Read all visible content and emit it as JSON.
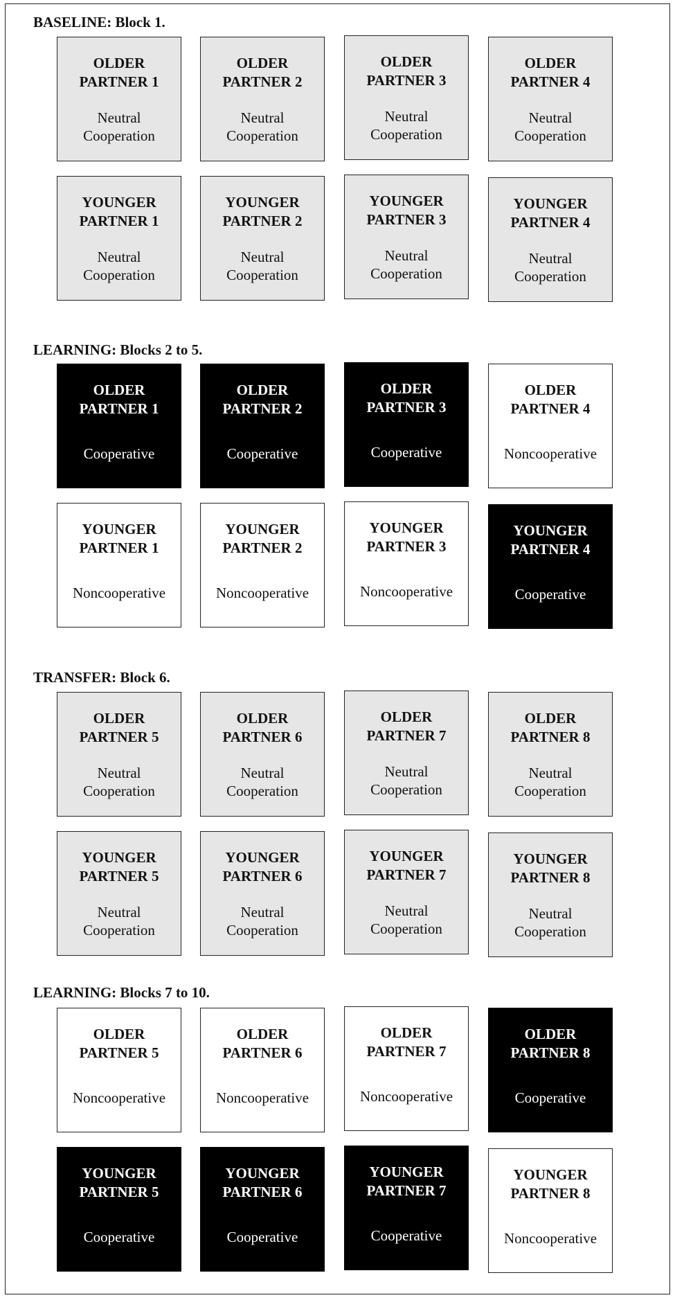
{
  "sections": [
    {
      "title": "BASELINE: Block 1.",
      "rows": [
        [
          {
            "line1": "OLDER",
            "line2": "PARTNER 1",
            "status": "Neutral\nCooperation",
            "kind": "neutral"
          },
          {
            "line1": "OLDER",
            "line2": "PARTNER 2",
            "status": "Neutral\nCooperation",
            "kind": "neutral"
          },
          {
            "line1": "OLDER",
            "line2": "PARTNER 3",
            "status": "Neutral\nCooperation",
            "kind": "neutral"
          },
          {
            "line1": "OLDER",
            "line2": "PARTNER 4",
            "status": "Neutral\nCooperation",
            "kind": "neutral"
          }
        ],
        [
          {
            "line1": "YOUNGER",
            "line2": "PARTNER 1",
            "status": "Neutral\nCooperation",
            "kind": "neutral"
          },
          {
            "line1": "YOUNGER",
            "line2": "PARTNER 2",
            "status": "Neutral\nCooperation",
            "kind": "neutral"
          },
          {
            "line1": "YOUNGER",
            "line2": "PARTNER 3",
            "status": "Neutral\nCooperation",
            "kind": "neutral"
          },
          {
            "line1": "YOUNGER",
            "line2": "PARTNER 4",
            "status": "Neutral\nCooperation",
            "kind": "neutral"
          }
        ]
      ]
    },
    {
      "title": "LEARNING: Blocks 2 to 5.",
      "rows": [
        [
          {
            "line1": "OLDER",
            "line2": "PARTNER 1",
            "status": "Cooperative",
            "kind": "coop"
          },
          {
            "line1": "OLDER",
            "line2": "PARTNER 2",
            "status": "Cooperative",
            "kind": "coop"
          },
          {
            "line1": "OLDER",
            "line2": "PARTNER 3",
            "status": "Cooperative",
            "kind": "coop"
          },
          {
            "line1": "OLDER",
            "line2": "PARTNER 4",
            "status": "Noncooperative",
            "kind": "noncoop"
          }
        ],
        [
          {
            "line1": "YOUNGER",
            "line2": "PARTNER 1",
            "status": "Noncooperative",
            "kind": "noncoop"
          },
          {
            "line1": "YOUNGER",
            "line2": "PARTNER 2",
            "status": "Noncooperative",
            "kind": "noncoop"
          },
          {
            "line1": "YOUNGER",
            "line2": "PARTNER 3",
            "status": "Noncooperative",
            "kind": "noncoop"
          },
          {
            "line1": "YOUNGER",
            "line2": "PARTNER 4",
            "status": "Cooperative",
            "kind": "coop"
          }
        ]
      ]
    },
    {
      "title": "TRANSFER: Block 6.",
      "rows": [
        [
          {
            "line1": "OLDER",
            "line2": "PARTNER 5",
            "status": "Neutral\nCooperation",
            "kind": "neutral"
          },
          {
            "line1": "OLDER",
            "line2": "PARTNER 6",
            "status": "Neutral\nCooperation",
            "kind": "neutral"
          },
          {
            "line1": "OLDER",
            "line2": "PARTNER 7",
            "status": "Neutral\nCooperation",
            "kind": "neutral"
          },
          {
            "line1": "OLDER",
            "line2": "PARTNER 8",
            "status": "Neutral\nCooperation",
            "kind": "neutral"
          }
        ],
        [
          {
            "line1": "YOUNGER",
            "line2": "PARTNER 5",
            "status": "Neutral\nCooperation",
            "kind": "neutral"
          },
          {
            "line1": "YOUNGER",
            "line2": "PARTNER 6",
            "status": "Neutral\nCooperation",
            "kind": "neutral"
          },
          {
            "line1": "YOUNGER",
            "line2": "PARTNER 7",
            "status": "Neutral\nCooperation",
            "kind": "neutral"
          },
          {
            "line1": "YOUNGER",
            "line2": "PARTNER 8",
            "status": "Neutral\nCooperation",
            "kind": "neutral"
          }
        ]
      ]
    },
    {
      "title": "LEARNING: Blocks 7 to 10.",
      "rows": [
        [
          {
            "line1": "OLDER",
            "line2": "PARTNER 5",
            "status": "Noncooperative",
            "kind": "noncoop"
          },
          {
            "line1": "OLDER",
            "line2": "PARTNER 6",
            "status": "Noncooperative",
            "kind": "noncoop"
          },
          {
            "line1": "OLDER",
            "line2": "PARTNER 7",
            "status": "Noncooperative",
            "kind": "noncoop"
          },
          {
            "line1": "OLDER",
            "line2": "PARTNER 8",
            "status": "Cooperative",
            "kind": "coop"
          }
        ],
        [
          {
            "line1": "YOUNGER",
            "line2": "PARTNER 5",
            "status": "Cooperative",
            "kind": "coop"
          },
          {
            "line1": "YOUNGER",
            "line2": "PARTNER 6",
            "status": "Cooperative",
            "kind": "coop"
          },
          {
            "line1": "YOUNGER",
            "line2": "PARTNER 7",
            "status": "Cooperative",
            "kind": "coop"
          },
          {
            "line1": "YOUNGER",
            "line2": "PARTNER 8",
            "status": "Noncooperative",
            "kind": "noncoop"
          }
        ]
      ]
    }
  ]
}
